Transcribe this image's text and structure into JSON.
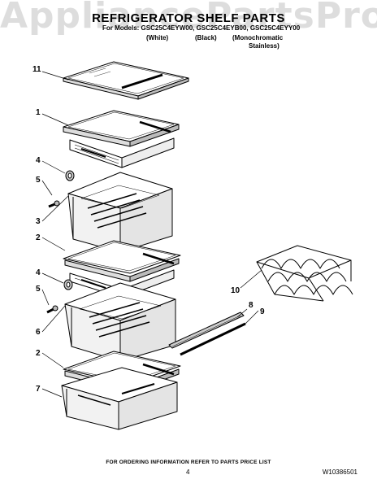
{
  "watermark": "AppliancePartsPros.com",
  "title": "REFRIGERATOR SHELF PARTS",
  "models_line": "For Models: GSC25C4EYW00, GSC25C4EYB00, GSC25C4EYY00",
  "variants": [
    "(White)",
    "(Black)",
    "(Monochromatic",
    "Stainless)"
  ],
  "callouts": [
    "11",
    "1",
    "4",
    "5",
    "3",
    "2",
    "4",
    "5",
    "6",
    "2",
    "7",
    "10",
    "8",
    "9"
  ],
  "footer": "FOR ORDERING INFORMATION REFER TO PARTS PRICE LIST",
  "page_number": "4",
  "doc_number": "W10386501"
}
